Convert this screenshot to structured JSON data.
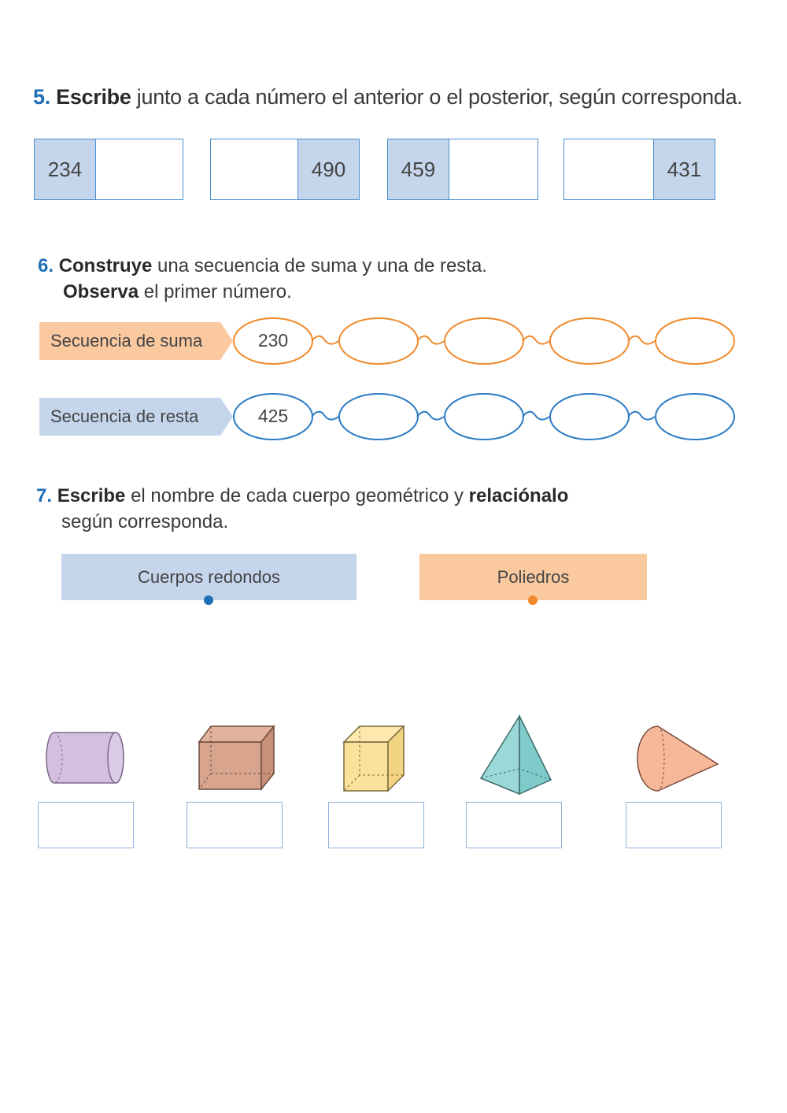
{
  "q5": {
    "number": "5.",
    "verb": "Escribe",
    "rest": " junto a cada número el anterior o el posterior, según corresponda.",
    "boxes": [
      {
        "value": "234",
        "position": "left"
      },
      {
        "value": "490",
        "position": "right"
      },
      {
        "value": "459",
        "position": "left"
      },
      {
        "value": "431",
        "position": "right"
      }
    ]
  },
  "q6": {
    "number": "6.",
    "line1_verb": "Construye",
    "line1_rest": " una secuencia de suma y una de resta.",
    "line2_verb": "Observa",
    "line2_rest": " el primer número.",
    "sum": {
      "label": "Secuencia de suma",
      "first": "230",
      "color": "#f08a2c",
      "tag_color": "#fbc9a0"
    },
    "sub": {
      "label": "Secuencia de resta",
      "first": "425",
      "color": "#2a7ac4",
      "tag_color": "#c5d5ec"
    }
  },
  "q7": {
    "number": "7.",
    "verb": "Escribe",
    "mid": " el nombre de cada cuerpo geométrico y ",
    "verb2": "relaciónalo",
    "line2": "según corresponda.",
    "categories": [
      {
        "label": "Cuerpos redondos",
        "color": "#c5d5ec",
        "dot": "#1f6fb8"
      },
      {
        "label": "Poliedros",
        "color": "#fbc9a0",
        "dot": "#f08a2c"
      }
    ],
    "shapes": [
      "cylinder-icon",
      "rectangular-prism-icon",
      "cube-icon",
      "pyramid-icon",
      "cone-icon"
    ]
  }
}
